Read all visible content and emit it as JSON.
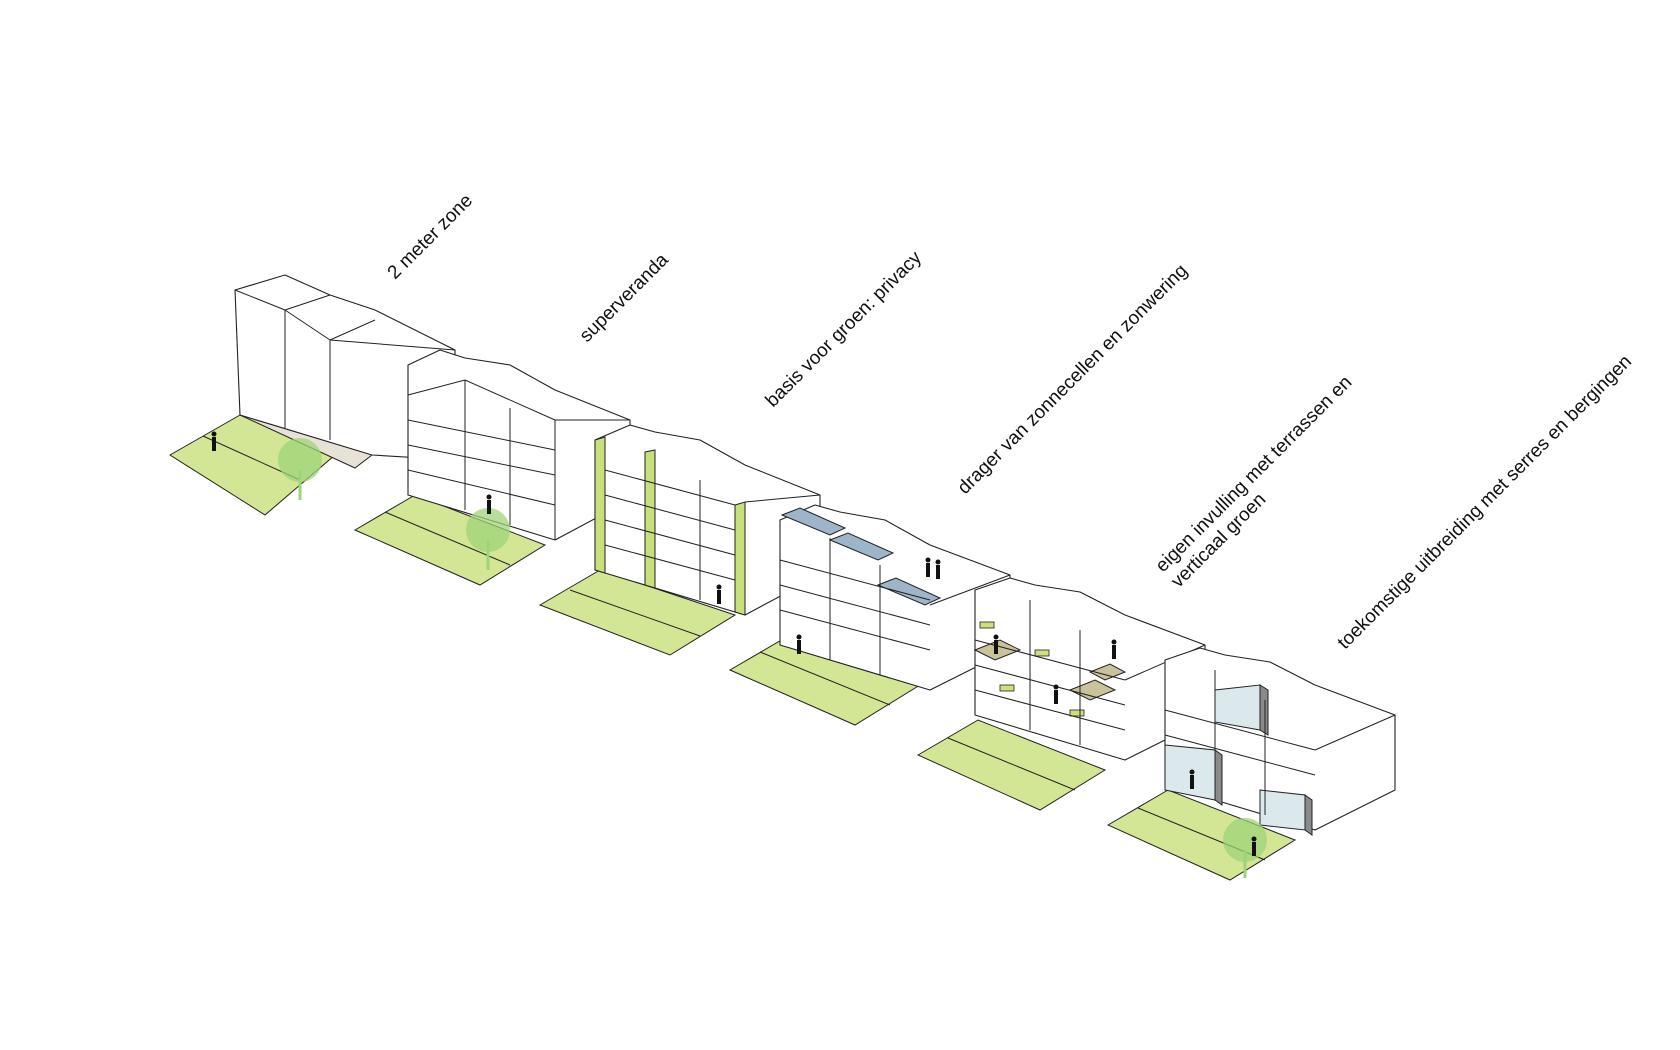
{
  "labels": [
    "2 meter zone",
    "superveranda",
    "basis voor groen: privacy",
    "drager van zonnecellen en zonwering",
    "eigen invulling met terrassen en verticaal groen",
    "toekomstige uitbreiding met serres en bergingen"
  ],
  "colors": {
    "grass": "#d3e695",
    "tree": "#9fd37a",
    "green_strip": "#c8e07c",
    "solar_panel": "#9db4c9",
    "terrace": "#c9c29b",
    "planter": "#cfe07a",
    "serre_glass": "#dbe9ec",
    "serre_frame": "#8a8a8a",
    "outline": "#222222"
  }
}
